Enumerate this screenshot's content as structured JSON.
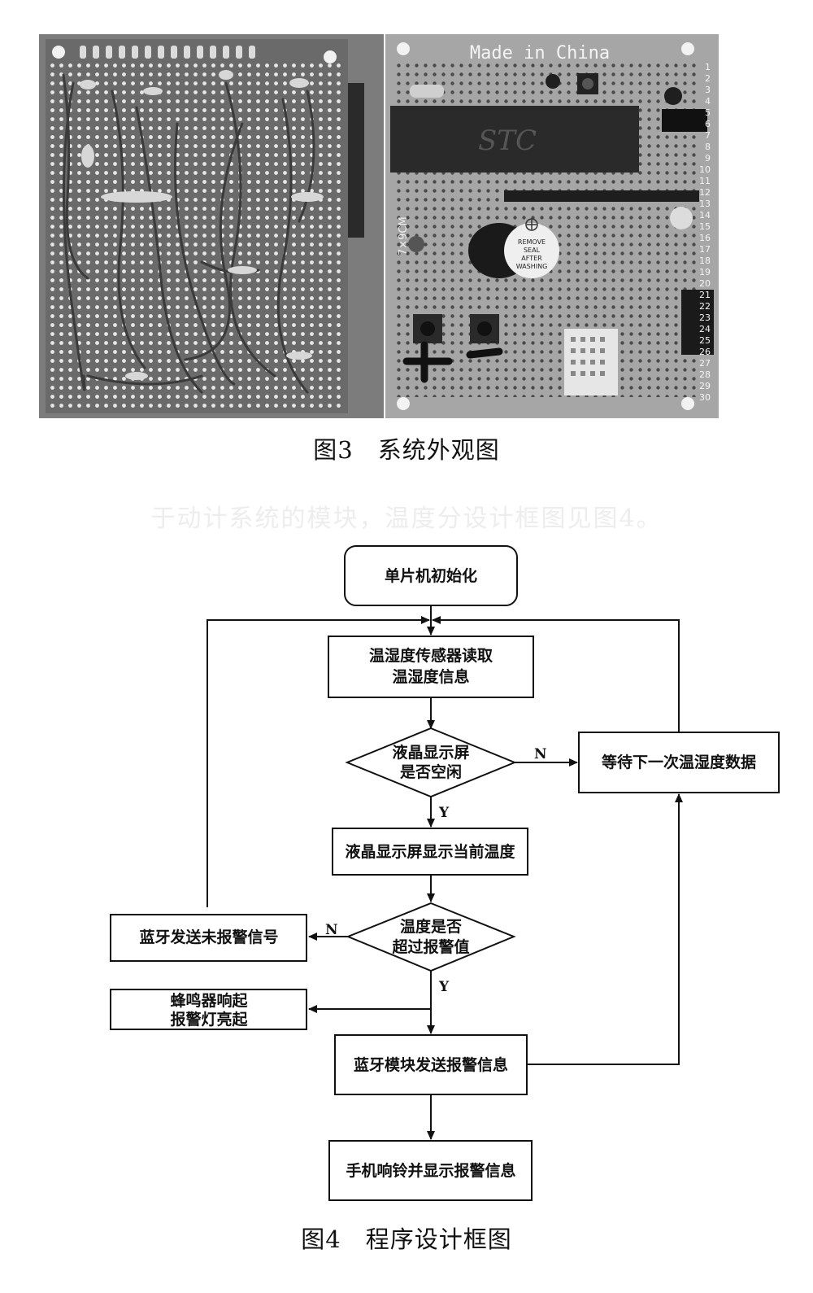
{
  "figure3": {
    "caption": "图3　系统外观图",
    "right_photo": {
      "board_print": "Made in China",
      "chip_marking": "STC",
      "buzzer_label": [
        "REMOVE",
        "SEAL",
        "AFTER",
        "WASHING"
      ],
      "size_mark": "7×9CM",
      "row_numbers": [
        "1",
        "2",
        "3",
        "4",
        "5",
        "6",
        "7",
        "8",
        "9",
        "10",
        "11",
        "12",
        "13",
        "14",
        "15",
        "16",
        "17",
        "18",
        "19",
        "20",
        "21",
        "22",
        "23",
        "24",
        "25",
        "26",
        "27",
        "28",
        "29",
        "30"
      ]
    }
  },
  "faded_text": "于动计系统的模块，温度分设计框图见图4。",
  "figure4": {
    "caption": "图4　程序设计框图",
    "nodes": {
      "init": "单片机初始化",
      "read": [
        "温湿度传感器读取",
        "温湿度信息"
      ],
      "lcd_idle": [
        "液晶显示屏",
        "是否空闲"
      ],
      "wait": "等待下一次温湿度数据",
      "show_temp": "液晶显示屏显示当前温度",
      "over_limit": [
        "温度是否",
        "超过报警值"
      ],
      "bt_no_alarm": "蓝牙发送未报警信号",
      "buzzer": [
        "蜂鸣器响起",
        "报警灯亮起"
      ],
      "bt_alarm": "蓝牙模块发送报警信息",
      "phone": "手机响铃并显示报警信息"
    },
    "branches": {
      "yes": "Y",
      "no": "N"
    }
  }
}
